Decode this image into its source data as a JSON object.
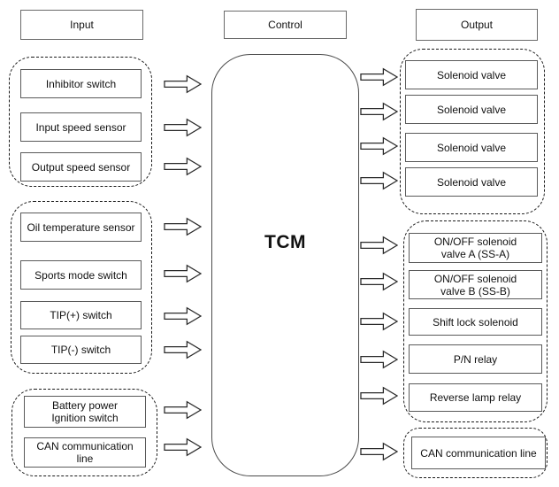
{
  "headers": {
    "input": "Input",
    "control": "Control",
    "output": "Output"
  },
  "tcm": {
    "label": "TCM"
  },
  "inputs": {
    "group1": {
      "items": [
        "Inhibitor switch",
        "Input speed sensor",
        "Output speed sensor"
      ]
    },
    "group2": {
      "items": [
        "Oil temperature sensor",
        "Sports mode switch",
        "TIP(+) switch",
        "TIP(-) switch"
      ]
    },
    "group3": {
      "items": [
        "Battery power\nIgnition switch",
        "CAN communication\nline"
      ]
    }
  },
  "outputs": {
    "group1": {
      "items": [
        "Solenoid valve",
        "Solenoid valve",
        "Solenoid valve",
        "Solenoid valve"
      ]
    },
    "group2": {
      "items": [
        "ON/OFF solenoid\nvalve A (SS-A)",
        "ON/OFF solenoid\nvalve B (SS-B)",
        "Shift lock solenoid",
        "P/N relay",
        "Reverse lamp relay"
      ]
    },
    "group3": {
      "items": [
        "CAN communication line"
      ]
    }
  },
  "colors": {
    "background": "#ffffff",
    "text": "#111111",
    "box_border": "#5a5a5a",
    "dashed_border": "#1a1a1a",
    "arrow_stroke": "#2a2a2a"
  }
}
